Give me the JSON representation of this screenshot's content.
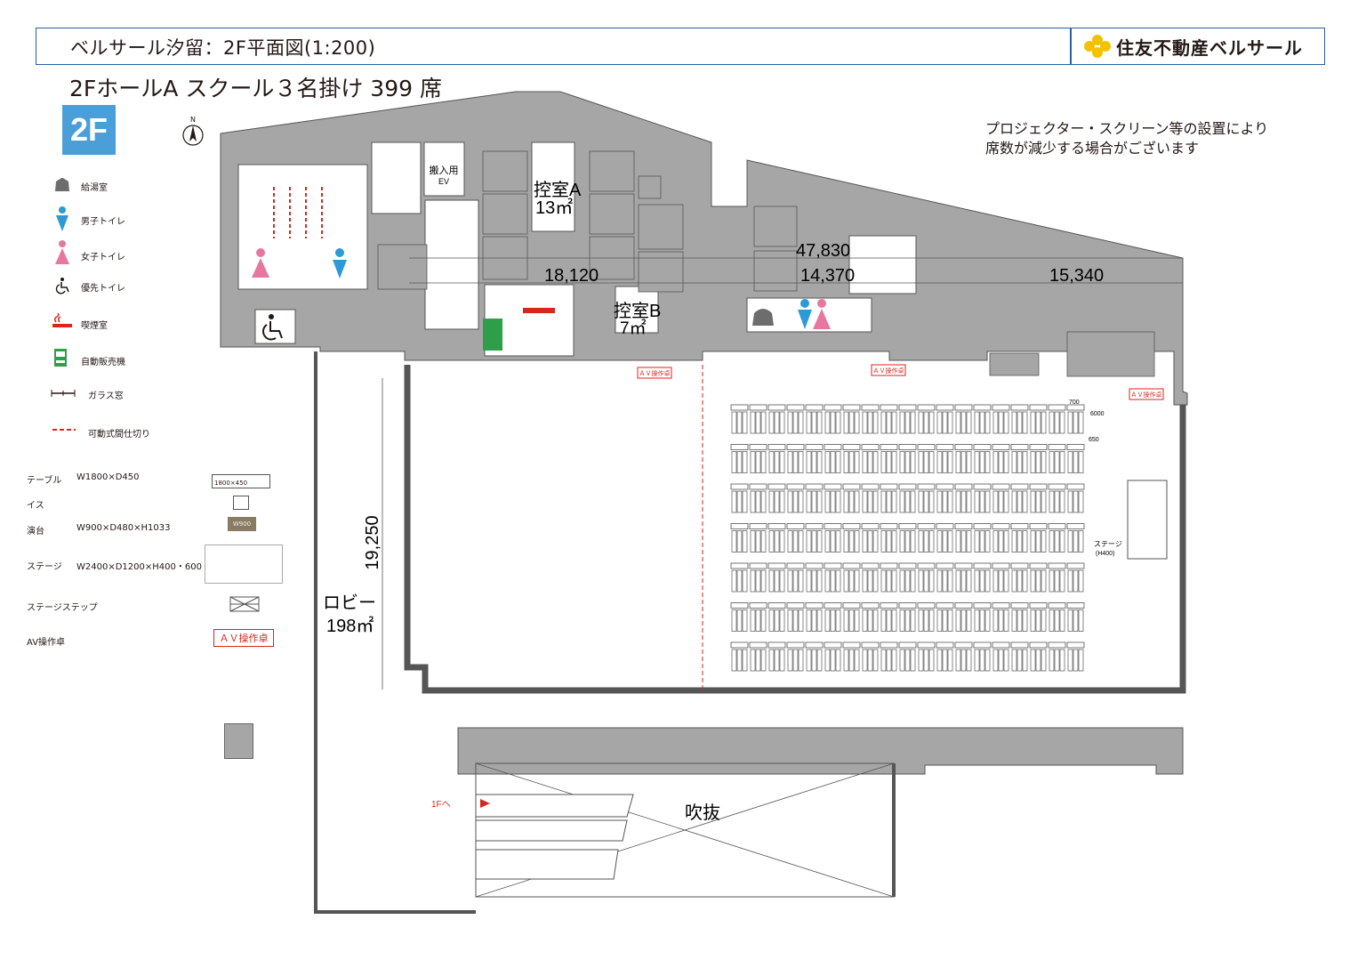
{
  "header": {
    "title": "ベルサール汐留：2F平面図(1:200)",
    "logo_text": "住友不動産ベルサール"
  },
  "subtitle": "2FホールA スクール３名掛け 399 席",
  "floor_badge": "2F",
  "compass_label": "N",
  "note_lines": [
    "プロジェクター・スクリーン等の設置により",
    "席数が減少する場合がございます"
  ],
  "legend": [
    {
      "icon": "kettle-icon",
      "label": "給湯室"
    },
    {
      "icon": "male-toilet-icon",
      "label": "男子トイレ"
    },
    {
      "icon": "female-toilet-icon",
      "label": "女子トイレ"
    },
    {
      "icon": "accessible-toilet-icon",
      "label": "優先トイレ"
    },
    {
      "icon": "smoking-icon",
      "label": "喫煙室"
    },
    {
      "icon": "vending-machine-icon",
      "label": "自動販売機"
    },
    {
      "icon": "glass-window-icon",
      "label": "ガラス窓"
    },
    {
      "icon": "movable-partition-icon",
      "label": "可動式間仕切り"
    }
  ],
  "specs": [
    {
      "label": "テーブル",
      "value": "W1800×D450",
      "sample": "1800×450"
    },
    {
      "label": "イス",
      "value": ""
    },
    {
      "label": "演台",
      "value": "W900×D480×H1033",
      "sample": "W900"
    },
    {
      "label": "ステージ",
      "value": "W2400×D1200×H400・600"
    },
    {
      "label": "ステージステップ",
      "value": ""
    },
    {
      "label": "AV操作卓",
      "value": "",
      "sample": "ＡＶ操作卓"
    }
  ],
  "rooms": {
    "ev": "搬入用\nEV",
    "ev_line1": "搬入用",
    "ev_line2": "EV",
    "room_a": "控室A",
    "room_a_area": "13㎡",
    "room_b": "控室B",
    "room_b_area": "7㎡",
    "lobby": "ロビー",
    "lobby_area": "198㎡",
    "atrium": "吹抜",
    "stage": "ステージ",
    "stage_height": "(H400)",
    "to_1f": "1Fへ",
    "av_desk": "ＡＶ操作卓"
  },
  "dimensions": {
    "total_width": "47,830",
    "part1": "18,120",
    "part2": "14,370",
    "part3": "15,340",
    "depth": "19,250",
    "row_700": "700",
    "row_6000": "6000",
    "row_650": "650"
  },
  "seating": {
    "rows": 7,
    "tables_per_row": 19,
    "seats_per_table": 3
  },
  "colors": {
    "wall_gray": "#a6a6a6",
    "header_border": "#2b5fa3",
    "badge_blue": "#4a9fd8",
    "male_blue": "#2c9ad6",
    "female_pink": "#e8779f",
    "smoking_red": "#d7261e",
    "vending_green": "#2f9e48",
    "logo_yellow": "#f2c200",
    "partition_red": "#d7261e"
  }
}
